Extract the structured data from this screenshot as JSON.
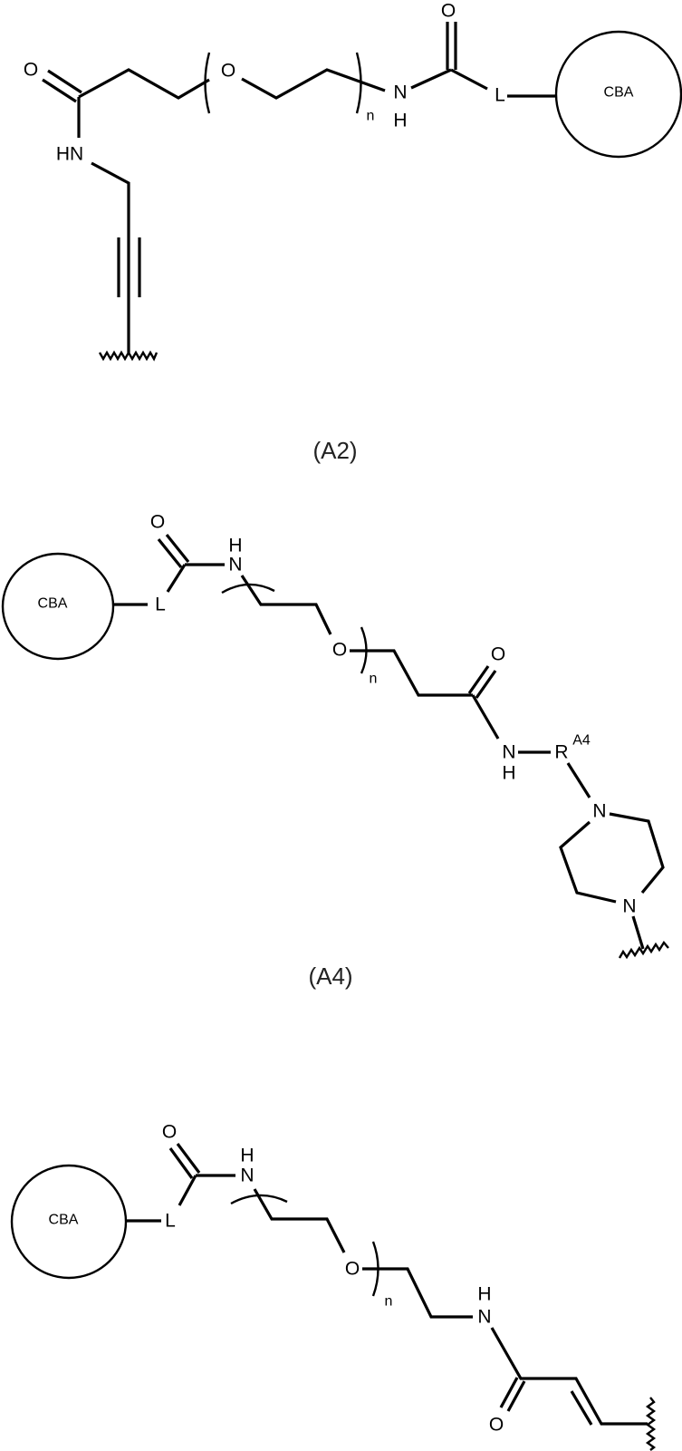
{
  "structures": [
    {
      "caption": "(A2)",
      "atoms": {
        "o1": "O",
        "o2": "O",
        "o3": "O",
        "nh_n": "N",
        "nh_h": "H",
        "hn": "HN",
        "L": "L",
        "cba": "CBA",
        "n": "n"
      }
    },
    {
      "caption": "(A4)",
      "atoms": {
        "o1": "O",
        "o2": "O",
        "o3": "O",
        "n1_h": "H",
        "n1": "N",
        "n2": "N",
        "n2_h": "H",
        "r": "R",
        "r_sup": "A4",
        "pip_n1": "N",
        "pip_n2": "N",
        "L": "L",
        "cba": "CBA",
        "n": "n"
      }
    },
    {
      "atoms": {
        "o1": "O",
        "o2": "O",
        "o3": "O",
        "n1_h": "H",
        "n1": "N",
        "n2": "N",
        "n2_h": "H",
        "L": "L",
        "cba": "CBA",
        "n": "n"
      }
    }
  ]
}
